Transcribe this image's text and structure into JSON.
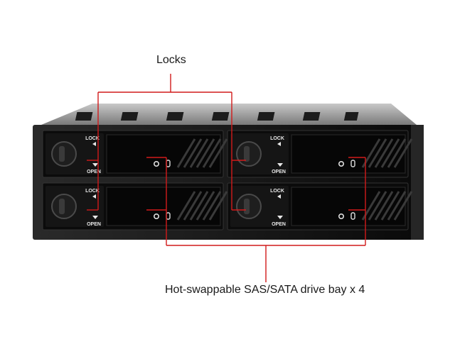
{
  "callouts": {
    "locks": "Locks",
    "bays": "Hot-swappable SAS/SATA drive bay x 4"
  },
  "bay_labels": {
    "lock": "LOCK",
    "open": "OPEN"
  },
  "bays": [
    {
      "lock": "LOCK",
      "open": "OPEN"
    },
    {
      "lock": "LOCK",
      "open": "OPEN"
    },
    {
      "lock": "LOCK",
      "open": "OPEN"
    },
    {
      "lock": "LOCK",
      "open": "OPEN"
    }
  ],
  "colors": {
    "callout_line": "#d11a1a",
    "chassis": "#141414",
    "chassis_top": "#9a9a9a",
    "tray": "#0b0b0b",
    "background": "#ffffff"
  },
  "icons": [
    "key-lock-icon",
    "gear-icon",
    "disk-icon"
  ]
}
